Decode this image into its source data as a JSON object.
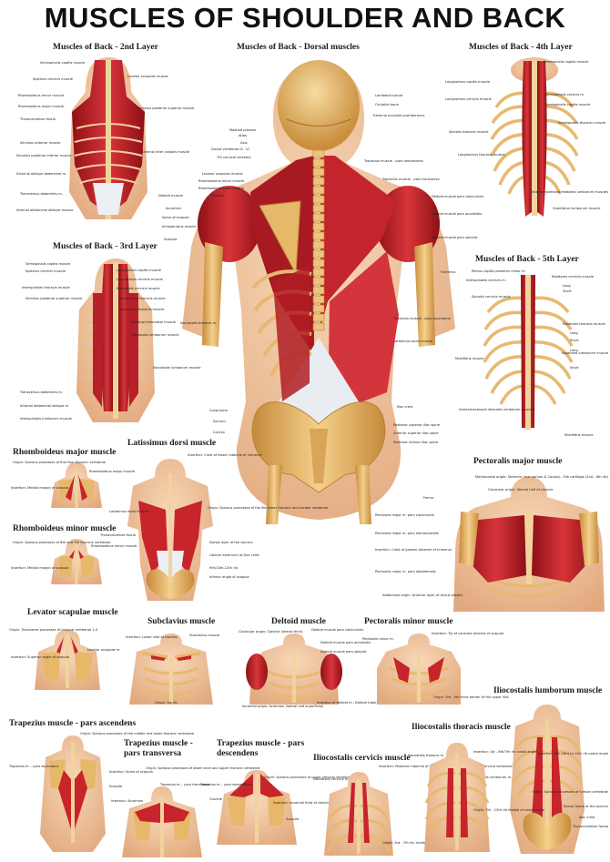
{
  "title": "MUSCLES OF SHOULDER AND BACK",
  "colors": {
    "muscle": "#c8242b",
    "muscle_dark": "#8e1016",
    "bone": "#e8b86a",
    "bone_dark": "#c58a3a",
    "skin": "#f2c9a4",
    "tendon": "#eef0f3"
  },
  "panels": {
    "layer2": {
      "title": "Muscles of Back - 2nd Layer",
      "labels": [
        "Semispinalis capitis muscle",
        "Splenius cervicis muscle",
        "Levator scapulae muscle",
        "Rhomboideus minor muscle",
        "Rhomboideus major muscle",
        "Serratus posterior superior muscle",
        "Thoracolumbar fascia",
        "Serratus anterior muscle",
        "Serratus posterior inferior muscle",
        "External oblique abdominal m.",
        "Transversus abdominis m.",
        "Internal abdominal oblique muscle",
        "External inter costalis muscle"
      ]
    },
    "layer3": {
      "title": "Muscles of Back - 3rd Layer",
      "labels": [
        "Semispinalis capitis muscle",
        "Splenius cervicis muscle",
        "Interspinales thoracis muscle",
        "Serratus posterior superior muscle",
        "Longissimus capitis muscle",
        "Longissimus cervicis muscle",
        "Iliocostalis cervicis muscle",
        "Longissimus thoracis muscle",
        "Iliocostalis thoracis muscle",
        "External intercostal muscle",
        "Iliocostalis lumborum muscle",
        "Transversus abdominis m.",
        "Internal abdominal oblique m.",
        "Interspinales lumborum muscle"
      ]
    },
    "dorsal": {
      "title": "Muscles of Back - Dorsal muscles",
      "labels": [
        "Lambdoid suture",
        "Occipital bone",
        "External occipital protuberance",
        "Mastoid process",
        "Atlas",
        "Axis",
        "Dorsal vertebrae III - VI",
        "7th cervical vertebra",
        "Levator scapulae muscle",
        "Rhomboideus minor muscle",
        "Rhomboideus major muscle",
        "Clavicle",
        "Deltoid muscle",
        "Acromion",
        "Spine of scapula",
        "Infraspinatus muscle",
        "Scapula",
        "Trapezius muscle - pars descendens",
        "Trapezius muscle - pars transversa",
        "Deltoid muscle pars clavicularis",
        "Deltoid muscle pars acromialis",
        "Deltoid muscle pars spinalis",
        "Humerus",
        "Trapezius muscle - pars ascendens",
        "Latissimus dorsi muscle",
        "Iliocostalis thoracis m.",
        "Iliocostalis lumborum muscle",
        "Iliac crest",
        "Posterior superior iliac spine",
        "Anterior superior iliac spine",
        "Posterior inferior iliac spine",
        "Coxal bone",
        "Sacrum",
        "Coccyx",
        "Femur"
      ]
    },
    "layer4": {
      "title": "Muscles of Back - 4th Layer",
      "labels": [
        "Semispinalis capitis muscle",
        "Longissimus capitis muscle",
        "Semispinalis cervicis m.",
        "Longissimus cervicis muscle",
        "Semispinalis capitis muscle",
        "Semispinalis thoracis muscle",
        "Spinalis thoracis muscle",
        "Longissimus thoracis muscle",
        "Intertransversarii mediales lumborum muscles",
        "Quadratus lumborum muscle"
      ]
    },
    "layer5": {
      "title": "Muscles of Back - 5th Layer",
      "labels": [
        "Rectus capitis posterior minor m.",
        "Rotatores cervicis muscle",
        "Long",
        "Short",
        "Interspinales cervicis m.",
        "Spinalis cervicis muscle",
        "Rotatores thoracis muscle",
        "Long",
        "Short",
        "Long",
        "Rotatores lumborum muscle",
        "Short",
        "Multifidus muscle",
        "Intertransversarii laterales lumborum muscles",
        "Multifidus muscle"
      ]
    },
    "rhomb_major": {
      "title": "Rhomboideus major muscle",
      "labels": [
        "Origin: Spinous processes of first four thoracic vertebrae",
        "Rhomboideus major muscle",
        "Insertion: Medial margin of scapula"
      ]
    },
    "rhomb_minor": {
      "title": "Rhomboideus minor muscle",
      "labels": [
        "Origin: Spinous processes of 6th and 7th thoracic vertebrae",
        "Rhomboideus minor muscle",
        "Insertion: Medial margin of scapula"
      ]
    },
    "latissimus": {
      "title": "Latissimus dorsi muscle",
      "labels": [
        "Insertion: Crest of lesser tubercle of humerus",
        "Latissimus dorsi muscle",
        "Origin: Spinous processes of the 6th lower thoracic and lumbar vertebrae",
        "Dorsal layer of the sacrum",
        "Thoracolumbar fascia",
        "Labium externum of iliac crest",
        "9th/10th-12th rib",
        "Inferior angle of scapula"
      ]
    },
    "pectoralis_major": {
      "title": "Pectoralis major muscle",
      "labels": [
        "Clavicular origin: Sternal half of clavicle",
        "Sternocostal origin: Sternum (manubrium & Corpus) - Rib cartilage (2nd - 6th rib)",
        "Pectoralis major m. pars clavicularis",
        "Pectoralis major m. pars sternocostalis",
        "Insertion: Crest of greater tubercle of humerus",
        "Pectoralis major m. pars abdominalis",
        "Abdominal origin: Anterior layer of rectus sheath"
      ]
    },
    "levator": {
      "title": "Levator scapulae muscle",
      "labels": [
        "Origin: Transverse processes of cervical vertebrae 1-4",
        "Levator scapulae m.",
        "Insertion: Superior angle of scapula"
      ]
    },
    "subclavius": {
      "title": "Subclavius muscle",
      "labels": [
        "Insertion: Lower side of clavicle",
        "Subclavius muscle",
        "Origin: 1st rib"
      ]
    },
    "deltoid": {
      "title": "Deltoid muscle",
      "labels": [
        "Clavicular origin: Clavicle (lateral third)",
        "Deltoid muscle pars clavicularis",
        "Deltoid muscle pars acromialis",
        "Deltoid muscle pars spinalis",
        "Acromial origin: Acromion (lateral and superficial)",
        "Insertion of deltoid m.: Deltoid tuberosity"
      ]
    },
    "pect_minor": {
      "title": "Pectoralis minor muscle",
      "labels": [
        "Pectoralis minor m.",
        "Insertion: Tip of coracoid process of scapula",
        "Origin: 3rd - 5th front border of the upper ribs"
      ]
    },
    "trap_asc": {
      "title": "Trapezius muscle - pars ascendens",
      "labels": [
        "Trapezius m. - pars ascendens",
        "Origin: Spinous processes of the middle and lower thoracic vertebrae",
        "Insertion: Spine of scapula",
        "Scapula"
      ]
    },
    "trap_trans": {
      "title": "Trapezius muscle - pars transversa",
      "labels": [
        "Origin: Spinous processes of lower neck and upper thoracic vertebrae",
        "Trapezius m. - pars transversa",
        "Insertion: Acromion"
      ]
    },
    "trap_desc": {
      "title": "Trapezius muscle - pars descendens",
      "labels": [
        "Trapezius m. - pars descendens",
        "Origin: Spinous processes of upper cervical vertebrae",
        "Clavicle",
        "Insertion: Acromial third of clavicle",
        "Scapula"
      ]
    },
    "ilio_cerv": {
      "title": "Iliocostalis cervicis muscle",
      "labels": [
        "Iliocostalis cervicis m.",
        "Insertion: Posterior tubercle of transverse processes of 3rd-6th cervical vertebrae",
        "Origin: 3rd - 7th rib, medial of costal angle"
      ]
    },
    "ilio_thor": {
      "title": "Iliocostalis thoracis muscle",
      "labels": [
        "Iliocostalis thoracis m.",
        "Insertion: 1st - 6th/7th rib costal angle",
        "Origin: 7th - 12th rib medial of costal angle"
      ]
    },
    "ilio_lumb": {
      "title": "Iliocostalis lumborum muscle",
      "labels": [
        "Insertion: 5th (4th) to 12th rib costal angle",
        "Iliocostalis lumborum m.",
        "Origin: Spinous processes of lumbar vertebrae",
        "Dorsal fascia of the sacrum",
        "Iliac crest",
        "Thoracolumbar fascia"
      ]
    }
  }
}
